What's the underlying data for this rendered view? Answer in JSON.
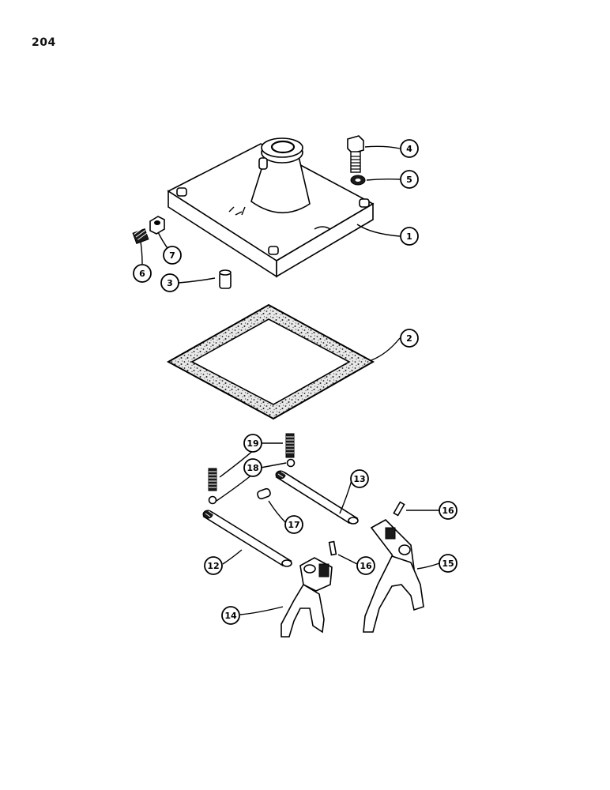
{
  "page_number": "204",
  "callouts": {
    "c1": "1",
    "c2": "2",
    "c3": "3",
    "c4": "4",
    "c5": "5",
    "c6": "6",
    "c7": "7",
    "c12": "12",
    "c13": "13",
    "c14": "14",
    "c15": "15",
    "c16a": "16",
    "c16b": "16",
    "c17": "17",
    "c18": "18",
    "c19": "19"
  }
}
